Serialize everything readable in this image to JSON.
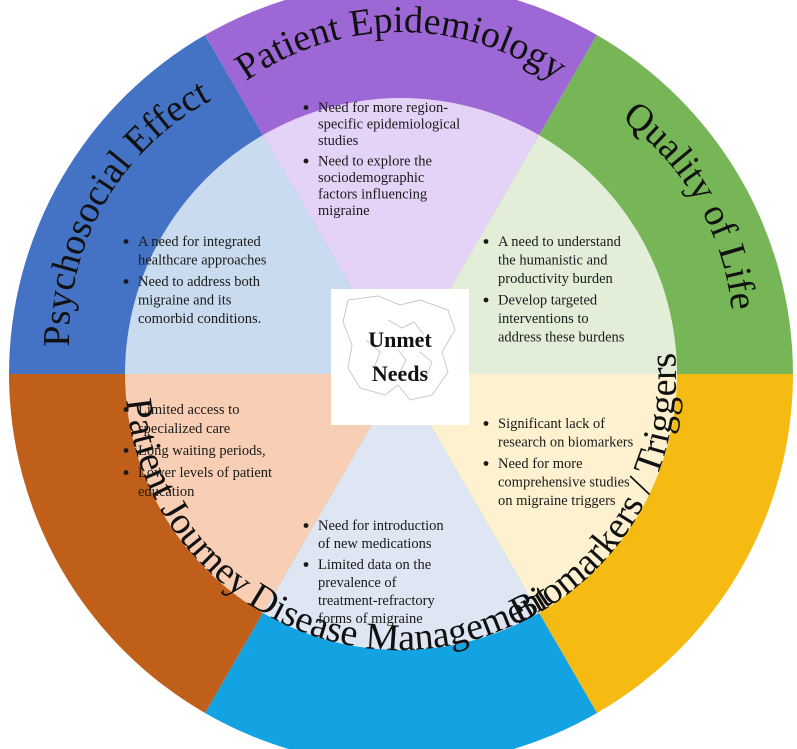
{
  "center": {
    "lines": [
      "Unmet",
      "Needs"
    ]
  },
  "colors": {
    "outer_ring": {
      "patient_epidemiology": "#9E67D6",
      "quality_of_life": "#76B657",
      "biomarkers_triggers": "#F5BB12",
      "disease_management": "#13A3E2",
      "patient_journey": "#C05F1A",
      "psychosocial_effect": "#4472C4"
    },
    "inner": {
      "patient_epidemiology": "#E4D3F7",
      "quality_of_life": "#E3EED9",
      "biomarkers_triggers": "#FDF1D0",
      "disease_management": "#DDE6F2",
      "patient_journey": "#F8CFB4",
      "psychosocial_effect": "#C9DBEE"
    }
  },
  "segments": [
    {
      "id": "patient-epidemiology",
      "label": "Patient Epidemiology",
      "bullets": [
        [
          "Need for more region-",
          "specific epidemiological",
          "studies"
        ],
        [
          "Need to explore the",
          "sociodemographic",
          "factors influencing",
          "migraine"
        ]
      ]
    },
    {
      "id": "quality-of-life",
      "label": "Quality of Life",
      "bullets": [
        [
          "A need to understand",
          "the humanistic and",
          "productivity burden"
        ],
        [
          "Develop targeted",
          "interventions to",
          "address these burdens"
        ]
      ]
    },
    {
      "id": "biomarkers-triggers",
      "label": "Biomarkers / Triggers",
      "bullets": [
        [
          "Significant lack of",
          "research on biomarkers"
        ],
        [
          "Need for more",
          "comprehensive studies",
          "on migraine triggers"
        ]
      ]
    },
    {
      "id": "disease-management",
      "label": "Disease Management",
      "bullets": [
        [
          "Need for introduction",
          "of new medications"
        ],
        [
          "Limited data on the",
          "prevalence of",
          "treatment-refractory",
          "forms of migraine"
        ]
      ]
    },
    {
      "id": "patient-journey",
      "label": "Patient Journey",
      "bullets": [
        [
          "Limited access to",
          "specialized care"
        ],
        [
          "Long waiting periods,"
        ],
        [
          "Lower levels of patient",
          "education"
        ]
      ]
    },
    {
      "id": "psychosocial-effect",
      "label": "Psychosocial Effect",
      "bullets": [
        [
          "A need for integrated",
          "healthcare approaches"
        ],
        [
          "Need to address both",
          "migraine and its",
          "comorbid conditions."
        ]
      ]
    }
  ]
}
